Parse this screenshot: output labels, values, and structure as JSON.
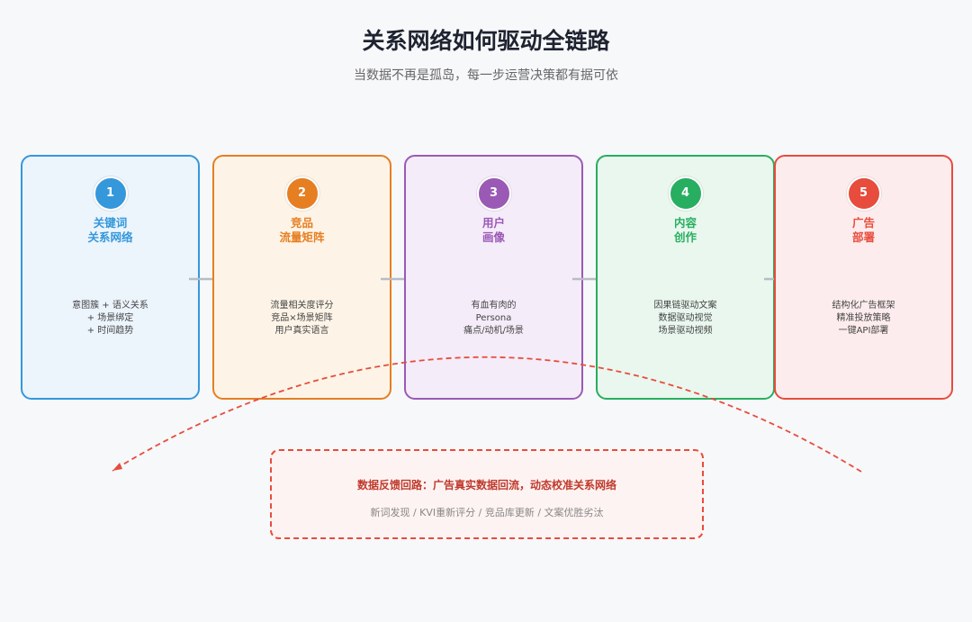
{
  "header": {
    "title": "关系网络如何驱动全链路",
    "subtitle": "当数据不再是孤岛，每一步运营决策都有据可依"
  },
  "steps": [
    {
      "num": "1",
      "title1": "关键词",
      "title2": "关系网络",
      "lines": [
        "意图簇 + 语义关系",
        "+ 场景绑定",
        "+ 时间趋势"
      ],
      "color": "#3498db",
      "bg": "#ecf4fc"
    },
    {
      "num": "2",
      "title1": "竞品",
      "title2": "流量矩阵",
      "lines": [
        "流量相关度评分",
        "竞品×场景矩阵",
        "用户真实语言"
      ],
      "color": "#e67e22",
      "bg": "#fdf4e7"
    },
    {
      "num": "3",
      "title1": "用户",
      "title2": "画像",
      "lines": [
        "有血有肉的",
        "Persona",
        "痛点/动机/场景"
      ],
      "color": "#9b59b6",
      "bg": "#f4ecf8"
    },
    {
      "num": "4",
      "title1": "内容",
      "title2": "创作",
      "lines": [
        "因果链驱动文案",
        "数据驱动视觉",
        "场景驱动视频"
      ],
      "color": "#27ae60",
      "bg": "#e9f7ee"
    },
    {
      "num": "5",
      "title1": "广告",
      "title2": "部署",
      "lines": [
        "结构化广告框架",
        "精准投放策略",
        "一键API部署"
      ],
      "color": "#e74c3c",
      "bg": "#fdeced"
    }
  ],
  "feedback": {
    "title": "数据反馈回路：广告真实数据回流，动态校准关系网络",
    "subtitle": "新词发现 / KVI重新评分 / 竞品库更新 / 文案优胜劣汰"
  }
}
